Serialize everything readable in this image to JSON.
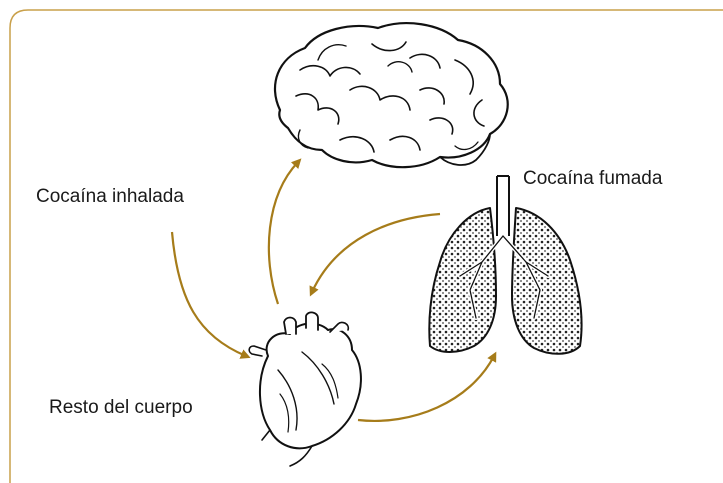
{
  "diagram": {
    "labels": {
      "inhaled": "Cocaína inhalada",
      "smoked": "Cocaína fumada",
      "rest_of_body": "Resto del cuerpo"
    },
    "organs": [
      "brain-icon",
      "lungs-icon",
      "heart-icon"
    ],
    "colors": {
      "frame": "#c9a04a",
      "arrow": "#a67c1a",
      "ink": "#1a1a1a"
    }
  }
}
